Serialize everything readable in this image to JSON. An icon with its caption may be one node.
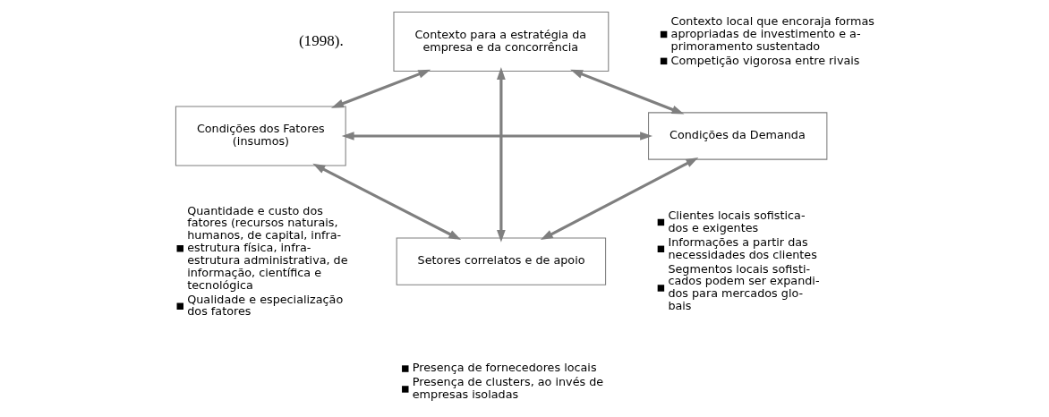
{
  "diagram": {
    "nodes": [
      {
        "text": [
          "Contexto para a estratégia da empresa e da concorrência"
        ],
        "beside": [
          "Contexto local que encoraja formas apropriadas de investimento e a- primoramento sustentado",
          "Competição vigorosa entre rivais"
        ]
      },
      {
        "text": [
          "Condições dos Fatores (insumos)"
        ],
        "beside": [
          "Quantidade e custo dos fatores (recursos naturais, humanos, de capital, infra- estrutura física, infra- estrutura administrativa, de informação, científica e tecnológica",
          "Qualidade e especialização dos fatores"
        ]
      },
      {
        "text": [
          "Condições da Demanda"
        ],
        "beside": [
          "Clientes locais sofistica- dos e exigentes",
          "Informações a partir das necessidades dos clientes",
          "Segmentos locais sofisti- cados podem ser expandi- dos para mercados glo- bais"
        ]
      },
      {
        "text": [
          "Setores correlatos e de apoio"
        ],
        "beside": [
          "Presença de fornecedores locais",
          "Presença de clusters, ao invés de empresas isoladas"
        ]
      }
    ],
    "edges": [
      {
        "from": 0,
        "to": 1,
        "arrow": "both"
      },
      {
        "from": 0,
        "to": 2,
        "arrow": "both"
      },
      {
        "from": 1,
        "to": 3,
        "arrow": "both"
      },
      {
        "from": 3,
        "to": 2,
        "arrow": "both"
      },
      {
        "from": 0,
        "to": 3,
        "arrow": "both"
      },
      {
        "from": 1,
        "to": 2,
        "arrow": "both"
      }
    ],
    "labels": [
      "(1998)."
    ]
  }
}
